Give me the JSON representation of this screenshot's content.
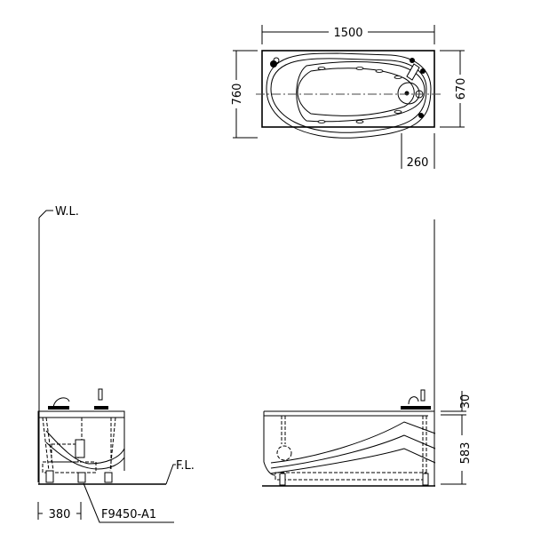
{
  "plan_view": {
    "dim_length": "1500",
    "dim_width_overall": "760",
    "dim_width_rim": "670",
    "dim_offset": "260"
  },
  "front_view": {
    "water_level_label": "W.L.",
    "floor_level_label": "F.L.",
    "dim_drain_offset": "380",
    "drain_part_number": "F9450-A1"
  },
  "side_view": {
    "dim_rim": "30",
    "dim_height": "583"
  }
}
